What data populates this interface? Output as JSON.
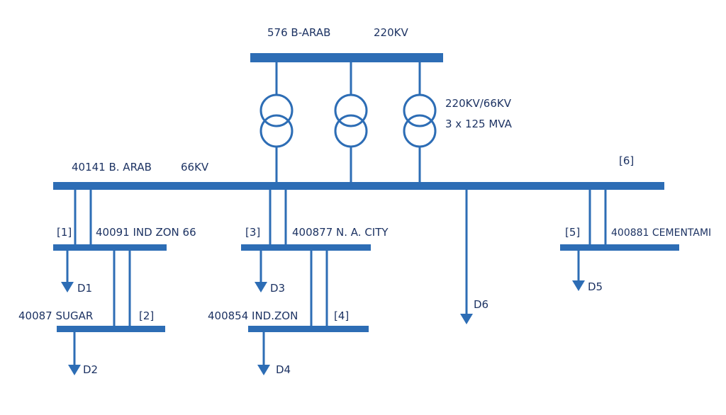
{
  "diagram": {
    "type": "single-line power network diagram",
    "colors": {
      "line": "#2d6db5",
      "text": "#1d3363",
      "background": "#ffffff"
    },
    "hv_bus": {
      "name": "576 B-ARAB",
      "voltage": "220KV"
    },
    "transformers": {
      "rating_voltage": "220KV/66KV",
      "rating_power": "3 x 125 MVA",
      "count": 3
    },
    "mv_bus": {
      "name": "40141 B. ARAB",
      "voltage": "66KV",
      "tag": "[6]"
    },
    "buses": [
      {
        "tag": "[1]",
        "name": "40091 IND ZON 66",
        "load": "D1"
      },
      {
        "tag": "[2]",
        "name": "40087 SUGAR",
        "load": "D2"
      },
      {
        "tag": "[3]",
        "name": "400877 N. A. CITY",
        "load": "D3"
      },
      {
        "tag": "[4]",
        "name": "400854 IND.ZON",
        "load": "D4"
      },
      {
        "tag": "[5]",
        "name": "400881 CEMENTAMI",
        "load": "D5"
      }
    ],
    "direct_load": "D6"
  }
}
